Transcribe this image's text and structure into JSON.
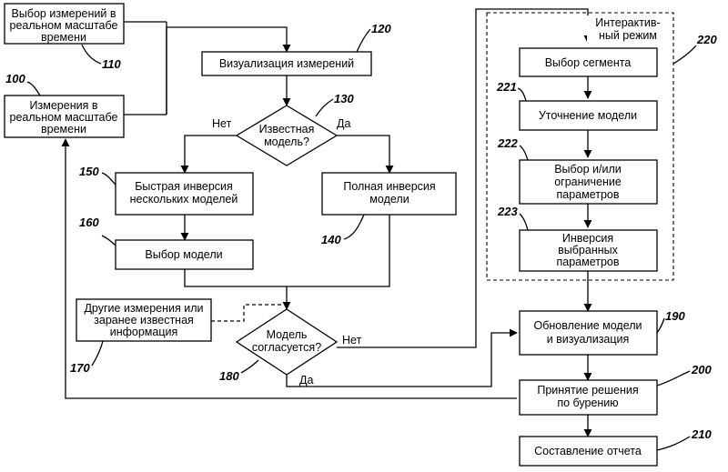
{
  "boxes": {
    "b_rt_select": [
      "Выбор измерений в",
      "реальном масштабе",
      "времени"
    ],
    "b_rt_meas": [
      "Измерения в",
      "реальном масштабе",
      "времени"
    ],
    "b_visual": [
      "Визуализация измерений"
    ],
    "b_known": [
      "Известная",
      "модель?"
    ],
    "b_fast": [
      "Быстрая инверсия",
      "нескольких моделей"
    ],
    "b_full": [
      "Полная инверсия",
      "модели"
    ],
    "b_select_model": [
      "Выбор модели"
    ],
    "b_other": [
      "Другие измерения или",
      "заранее известная",
      "информация"
    ],
    "b_consistent": [
      "Модель",
      "согласуется?"
    ],
    "b_interactive": [
      "Интерактив-",
      "ный режим"
    ],
    "b_segment": [
      "Выбор сегмента"
    ],
    "b_refine": [
      "Уточнение модели"
    ],
    "b_params": [
      "Выбор и/или",
      "ограничение",
      "параметров"
    ],
    "b_inversion": [
      "Инверсия",
      "выбранных",
      "параметров"
    ],
    "b_update": [
      "Обновление модели",
      "и визуализация"
    ],
    "b_decision": [
      "Принятие решения",
      "по бурению"
    ],
    "b_report": [
      "Составление отчета"
    ]
  },
  "labels": {
    "no_known": "Нет",
    "yes_known": "Да",
    "no_consistent": "Нет",
    "yes_consistent": "Да"
  },
  "refs": {
    "r100": "100",
    "r110": "110",
    "r120": "120",
    "r130": "130",
    "r140": "140",
    "r150": "150",
    "r160": "160",
    "r170": "170",
    "r180": "180",
    "r190": "190",
    "r200": "200",
    "r210": "210",
    "r220": "220",
    "r221": "221",
    "r222": "222",
    "r223": "223"
  }
}
